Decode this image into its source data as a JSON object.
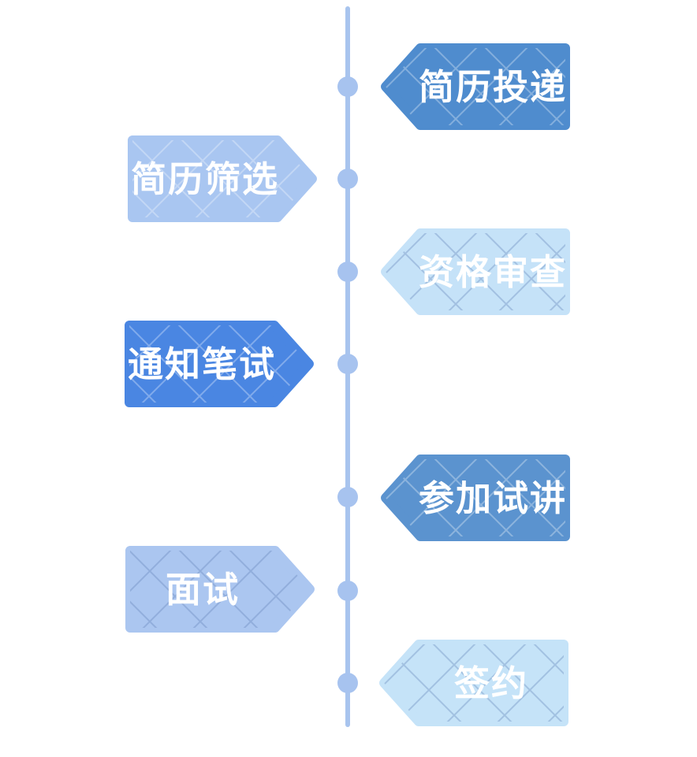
{
  "figure": {
    "background": "#ffffff",
    "line_color": "#a8c4ee",
    "dot_color": "#a7c3ef",
    "lattice_light_color": "rgba(255,255,255,0.30)",
    "lattice_dark_color": "rgba(96,130,182,0.35)",
    "steps": [
      {
        "label": "简历投递",
        "side": "right",
        "fill": "#4f8cce",
        "lattice": "light"
      },
      {
        "label": "简历筛选",
        "side": "left",
        "fill": "#a9c6f1",
        "lattice": "light"
      },
      {
        "label": "资格审查",
        "side": "right",
        "fill": "#c5e2f8",
        "lattice": "dark"
      },
      {
        "label": "通知笔试",
        "side": "left",
        "fill": "#4a86e2",
        "lattice": "light"
      },
      {
        "label": "参加试讲",
        "side": "right",
        "fill": "#5b93cf",
        "lattice": "light"
      },
      {
        "label": "面试",
        "side": "left",
        "fill": "#abc6f0",
        "lattice": "dark"
      },
      {
        "label": "签约",
        "side": "right",
        "fill": "#c5e3f8",
        "lattice": "dark"
      }
    ]
  }
}
